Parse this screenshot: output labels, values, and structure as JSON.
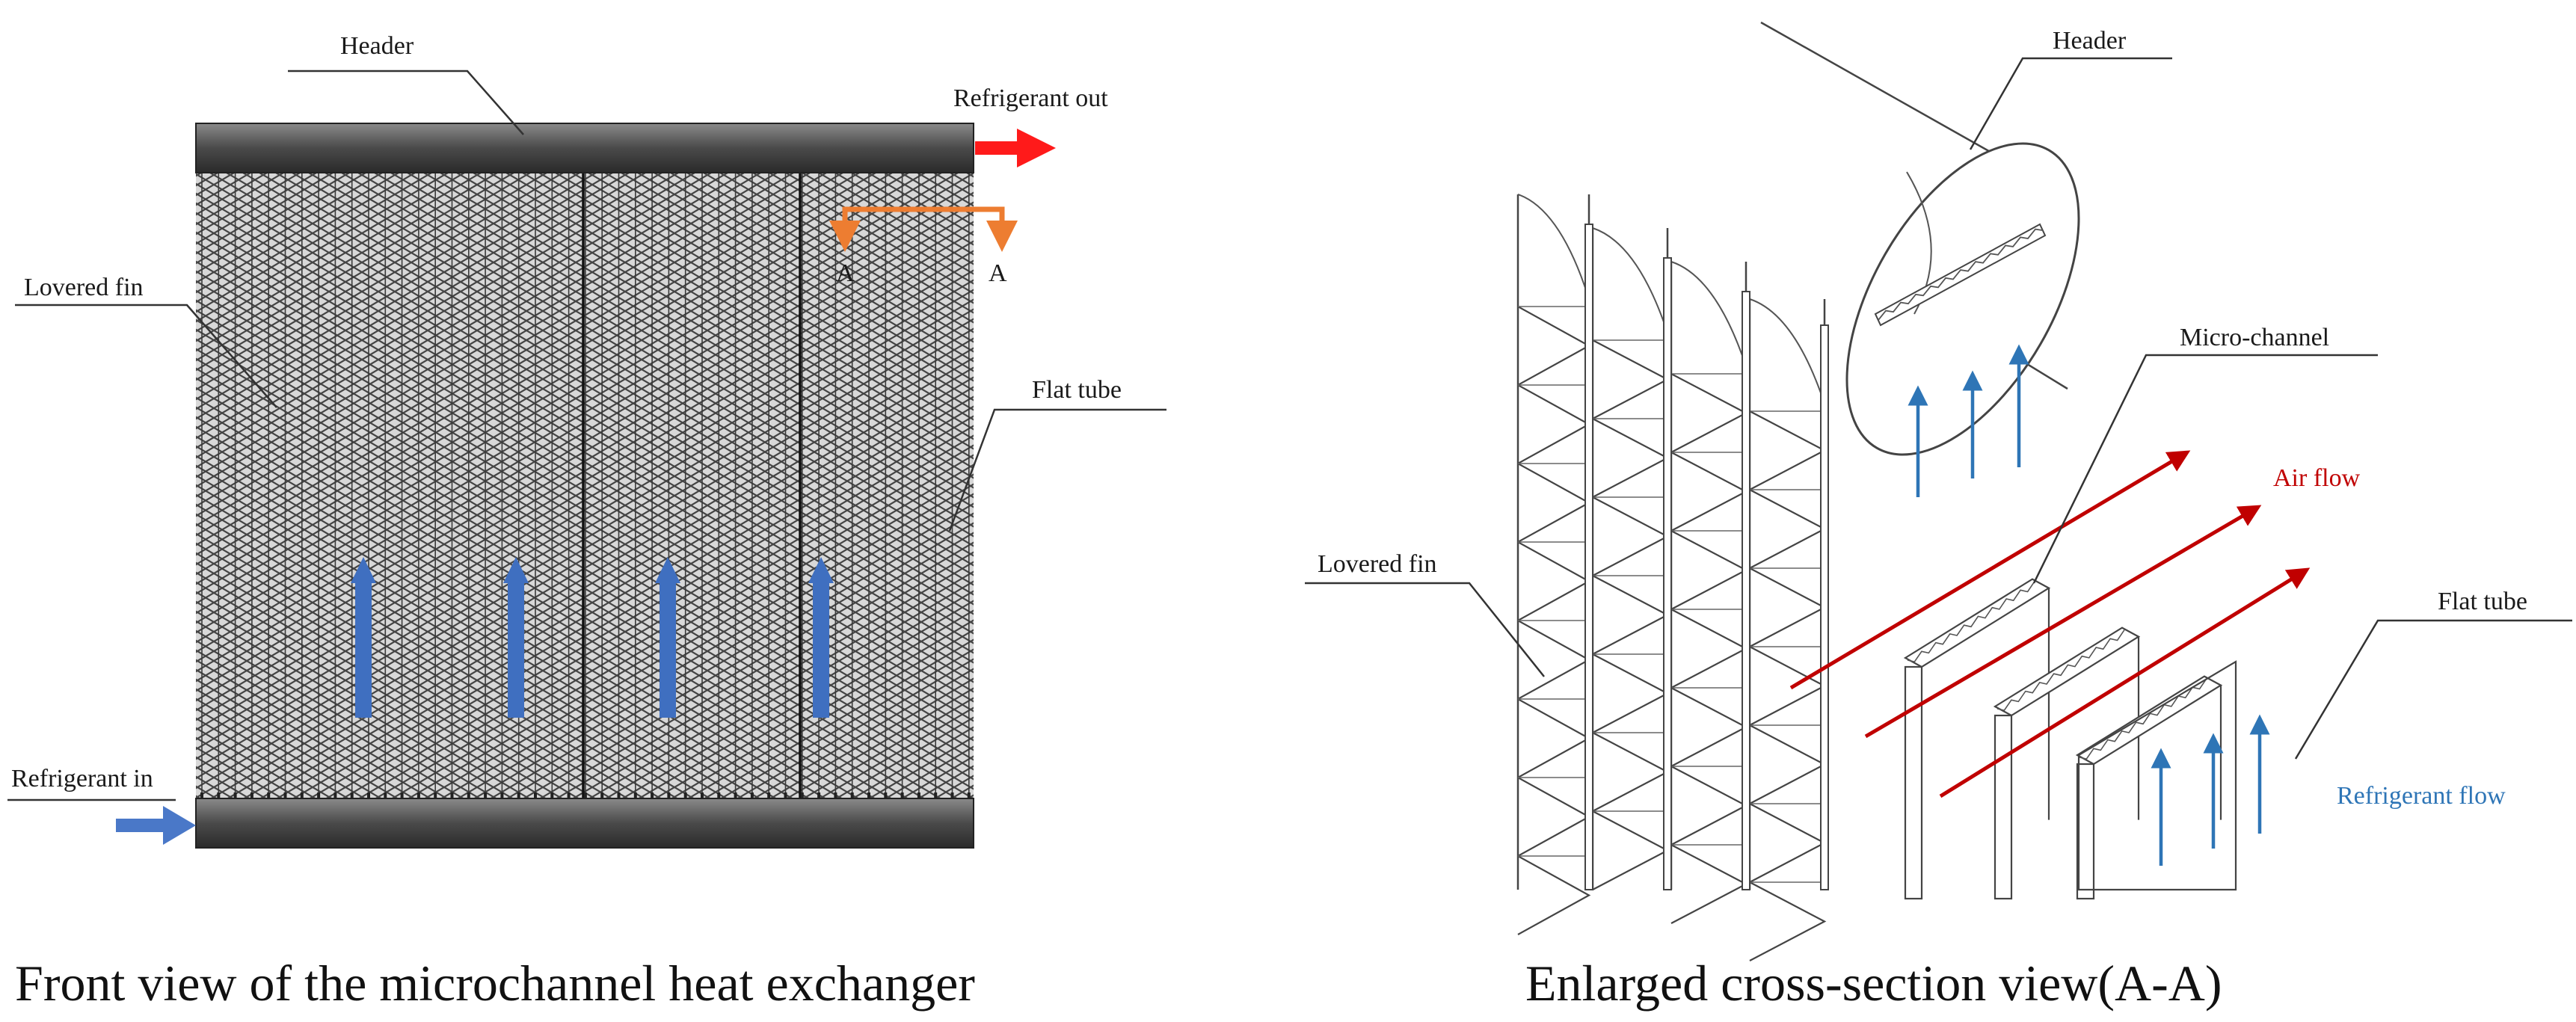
{
  "colors": {
    "refrigerant_out_arrow": "#ff1a1a",
    "refrigerant_in_arrow": "#4a78c8",
    "flow_arrow": "#3f6fc0",
    "section_marker": "#ed7d31",
    "air_flow": "#c00000",
    "refrigerant_flow": "#2e75b6",
    "header": "#555555",
    "line": "#444444"
  },
  "front_view": {
    "header_label": "Header",
    "refrigerant_out": "Refrigerant out",
    "section_a_left": "A",
    "section_a_right": "A",
    "lovered_fin_label": "Lovered fin",
    "flat_tube_label": "Flat tube",
    "refrigerant_in": "Refrigerant in",
    "caption": "Front view of the microchannel heat exchanger"
  },
  "section_view": {
    "header_label": "Header",
    "micro_channel_label": "Micro-channel",
    "air_flow_label": "Air flow",
    "lovered_fin_label": "Lovered fin",
    "flat_tube_label": "Flat tube",
    "refrigerant_flow_label": "Refrigerant flow",
    "caption": "Enlarged cross-section view(A-A)"
  }
}
